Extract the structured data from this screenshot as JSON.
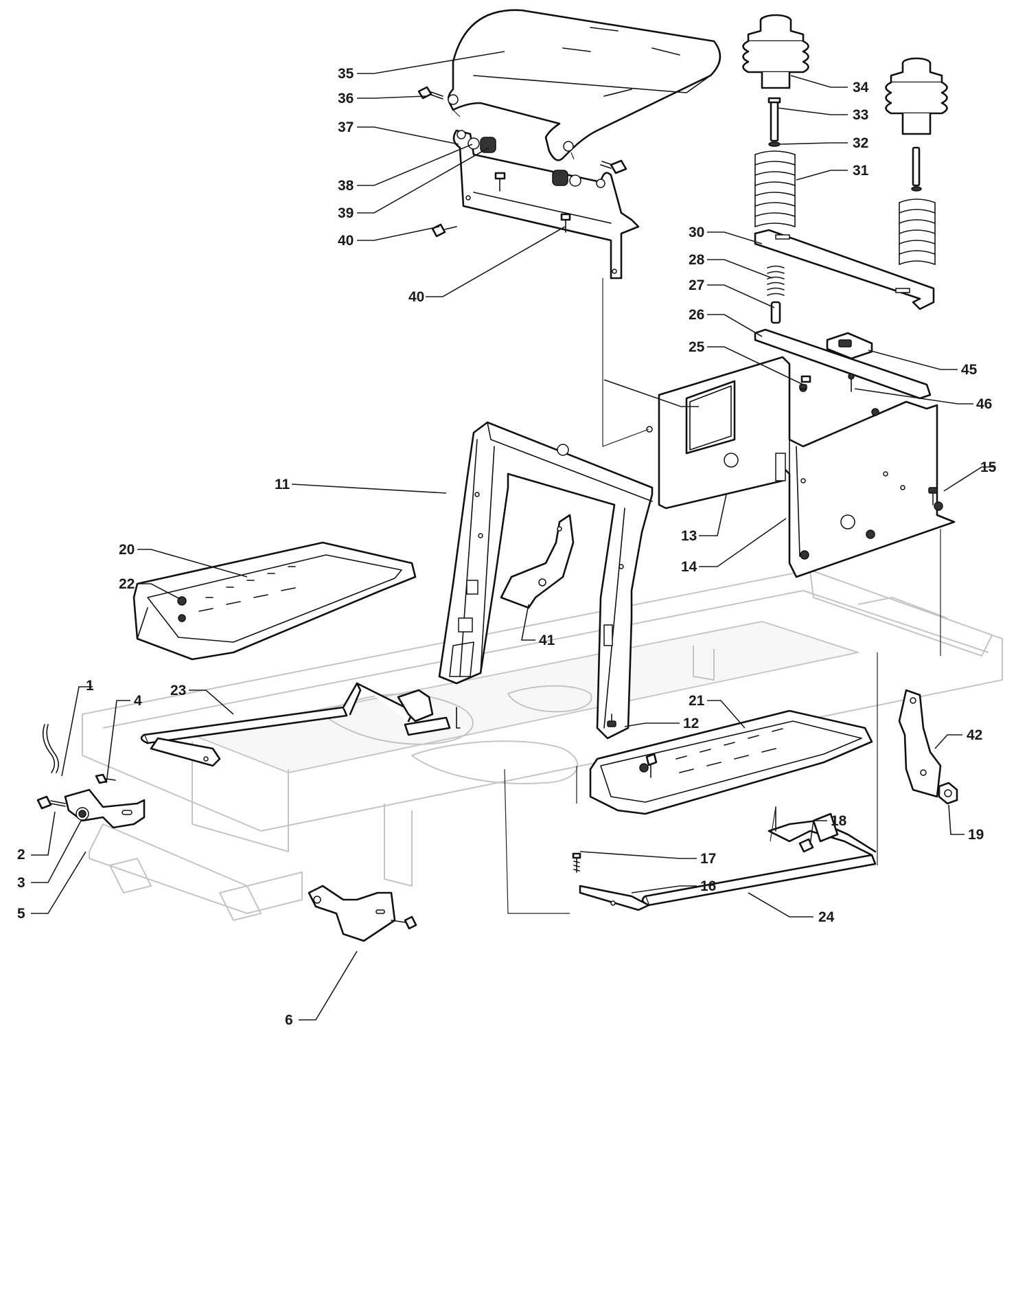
{
  "labels": {
    "1": "1",
    "2": "2",
    "3": "3",
    "4": "4",
    "5": "5",
    "6": "6",
    "11": "11",
    "12": "12",
    "13": "13",
    "14": "14",
    "15": "15",
    "16": "16",
    "17": "17",
    "18": "18",
    "19": "19",
    "20": "20",
    "21": "21",
    "22": "22",
    "23": "23",
    "24": "24",
    "25": "25",
    "26": "26",
    "27": "27",
    "28": "28",
    "30": "30",
    "31": "31",
    "32": "32",
    "33": "33",
    "34": "34",
    "35": "35",
    "36": "36",
    "37": "37",
    "38": "38",
    "39": "39",
    "40a": "40",
    "40b": "40",
    "41": "41",
    "42": "42",
    "45": "45",
    "46": "46"
  }
}
